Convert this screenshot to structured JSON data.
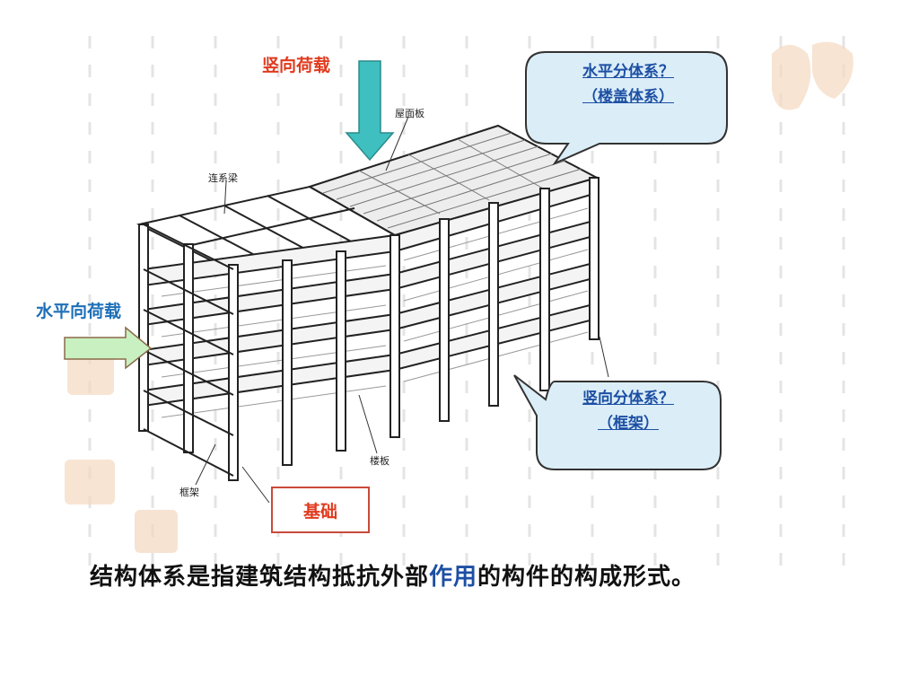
{
  "labels": {
    "vertical_load": "竖向荷载",
    "horizontal_load": "水平向荷载",
    "foundation": "基础",
    "roof_slab": "屋面板",
    "tie_beam": "连系梁",
    "floor_slab": "楼板",
    "frame": "框架"
  },
  "bubbles": {
    "horizontal_system_line1": "水平分体系？",
    "horizontal_system_line2": "（楼盖体系）",
    "vertical_system_line1": "竖向分体系？",
    "vertical_system_line2": "（框架）"
  },
  "caption": {
    "part1": "结构体系是指建筑结构抵抗外部",
    "highlight": "作用",
    "part2": "的构件的构成形式。"
  },
  "colors": {
    "label_red": "#e03a1e",
    "label_blue": "#1d4fa3",
    "bubble_fill": "#dbeef8",
    "arrow_teal": "#3fbfbf",
    "arrow_green": "#c8f0c0"
  }
}
